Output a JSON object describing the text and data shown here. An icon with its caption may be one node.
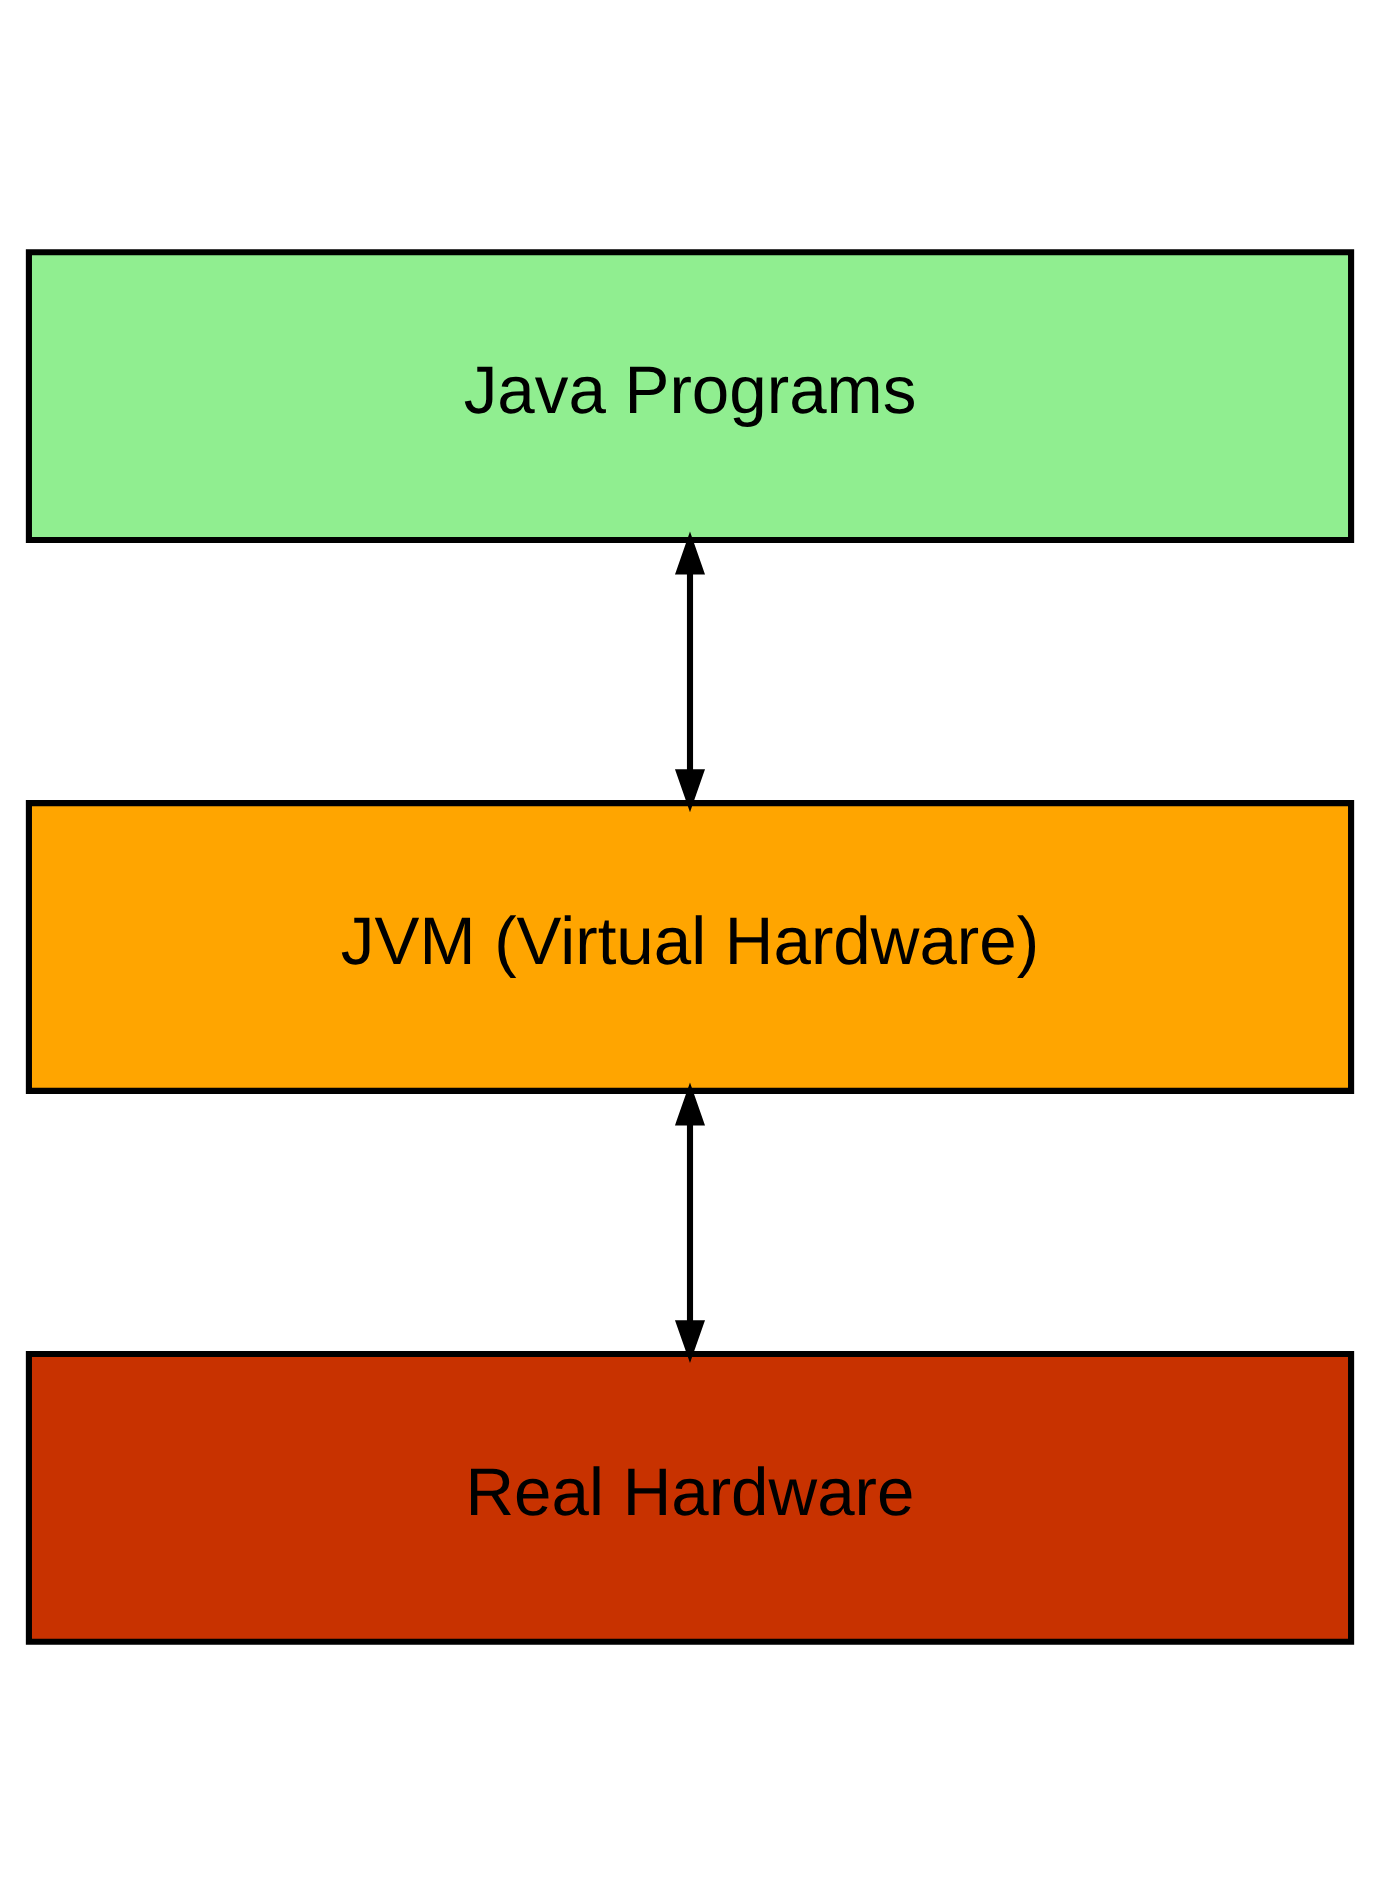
{
  "diagram": {
    "nodes": [
      {
        "text": [
          "Java Programs"
        ]
      },
      {
        "text": [
          "JVM (Virtual Hardware)"
        ]
      },
      {
        "text": [
          "Real Hardware"
        ]
      }
    ],
    "edges": [
      {
        "from": 0,
        "to": 1,
        "arrow": "both"
      },
      {
        "from": 1,
        "to": 2,
        "arrow": "both"
      }
    ]
  }
}
